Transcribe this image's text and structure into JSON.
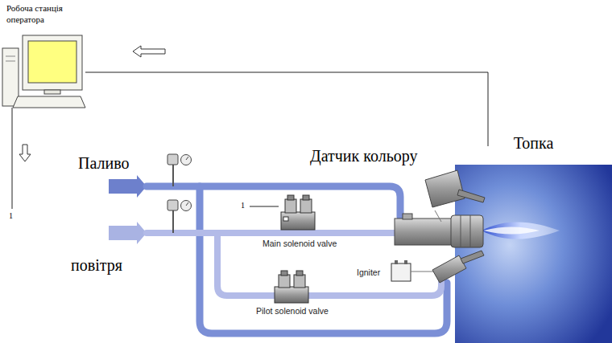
{
  "diagram": {
    "nodes": [
      {
        "text": [
          "Робоча станція оператора"
        ]
      },
      {
        "text": [
          "Датчик кольору"
        ]
      },
      {
        "text": [
          "Топка"
        ]
      }
    ],
    "edges": [
      {
        "from": 1,
        "to": 0,
        "arrow": "none"
      }
    ],
    "labels": [
      "Паливо",
      "повітря",
      "1",
      "Main solenoid valve",
      "Pilot solenoid valve",
      "Igniter",
      "1"
    ]
  }
}
